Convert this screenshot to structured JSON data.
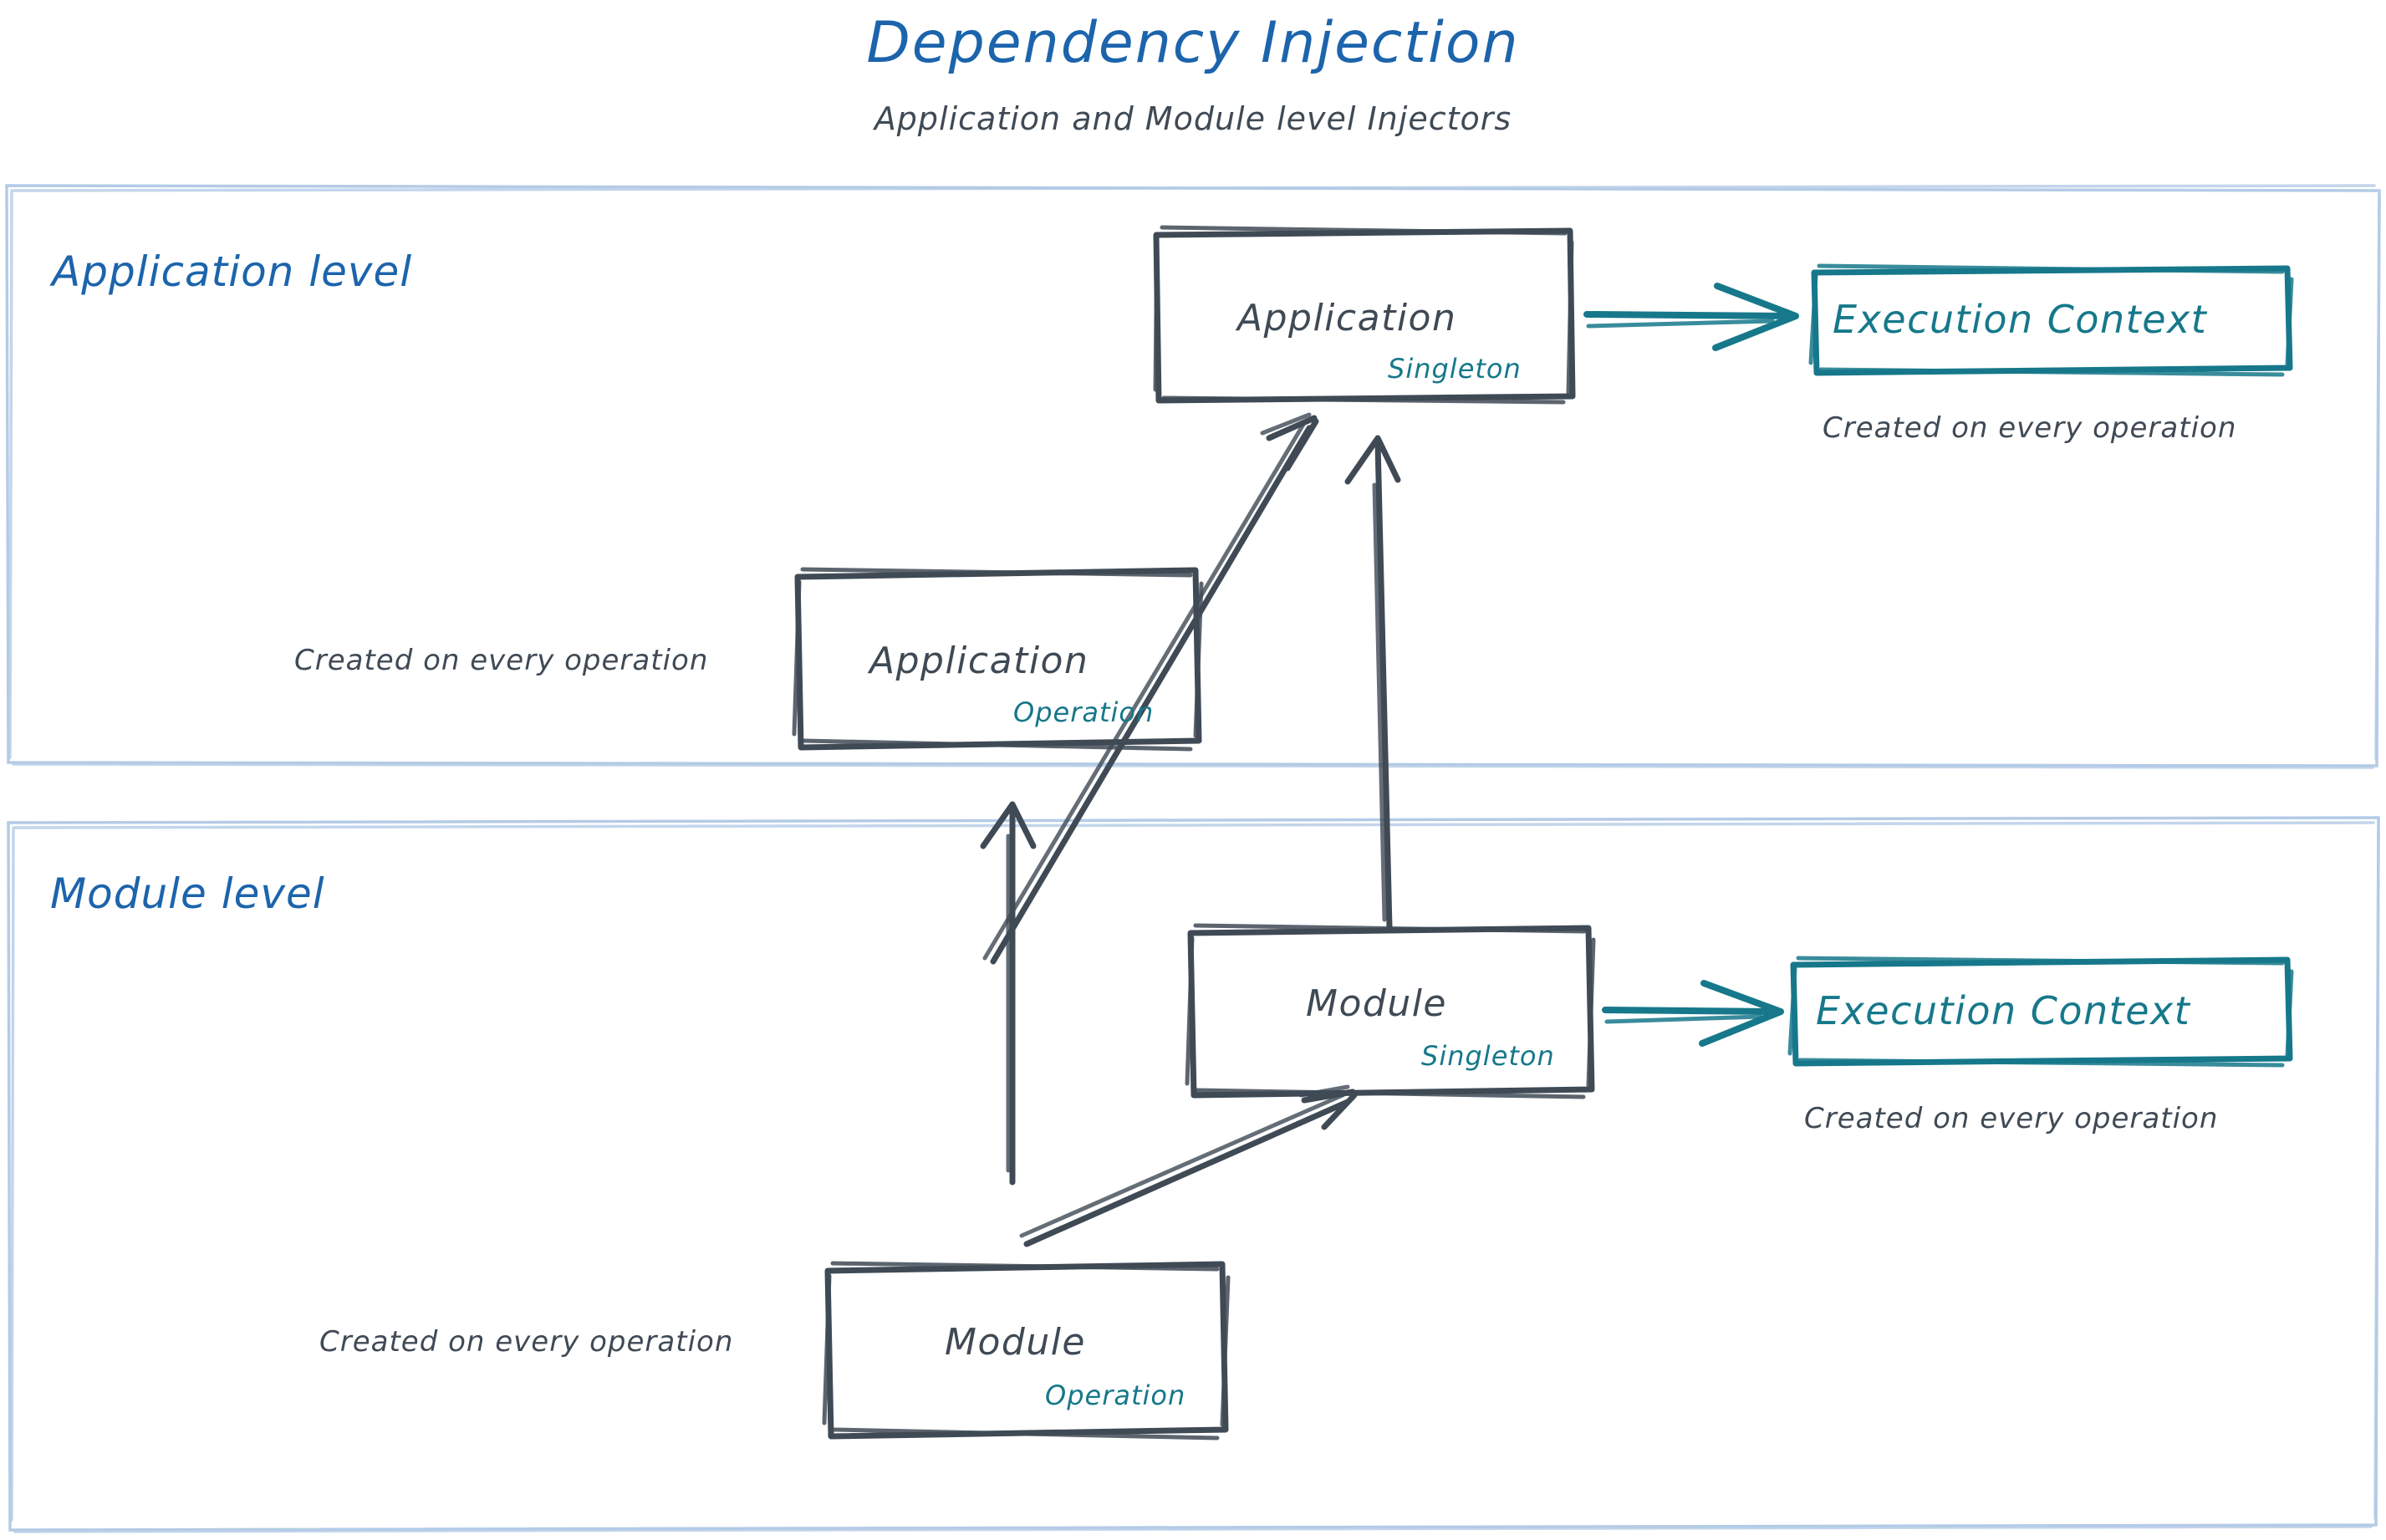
{
  "header": {
    "title": "Dependency Injection",
    "subtitle": "Application and Module level Injectors"
  },
  "colors": {
    "brand_blue": "#1c64ac",
    "container_border": "#b4cbe6",
    "node_stroke": "#3f4a55",
    "accent_teal": "#16788a",
    "background": "#ffffff"
  },
  "bands": [
    {
      "id": "application-level",
      "label": "Application level",
      "nodes": [
        {
          "id": "application-singleton",
          "title": "Application",
          "scope": "Singleton"
        },
        {
          "id": "application-operation",
          "title": "Application",
          "scope": "Operation",
          "note": "Created on every operation"
        },
        {
          "id": "application-execution-context",
          "title": "Execution Context",
          "note": "Created on every operation"
        }
      ]
    },
    {
      "id": "module-level",
      "label": "Module level",
      "nodes": [
        {
          "id": "module-singleton",
          "title": "Module",
          "scope": "Singleton"
        },
        {
          "id": "module-operation",
          "title": "Module",
          "scope": "Operation",
          "note": "Created on every operation"
        },
        {
          "id": "module-execution-context",
          "title": "Execution Context",
          "note": "Created on every operation"
        }
      ]
    }
  ],
  "edges": [
    {
      "id": "app-operation-to-app-singleton",
      "from": "application-operation",
      "to": "application-singleton",
      "color": "#3f4a55",
      "style": "diagonal-arrow"
    },
    {
      "id": "app-singleton-to-app-execution-context",
      "from": "application-singleton",
      "to": "application-execution-context",
      "color": "#16788a",
      "style": "horizontal-arrow"
    },
    {
      "id": "module-singleton-to-app-singleton",
      "from": "module-singleton",
      "to": "application-singleton",
      "color": "#3f4a55",
      "style": "vertical-arrow"
    },
    {
      "id": "module-operation-to-app-operation",
      "from": "module-operation",
      "to": "application-operation",
      "color": "#3f4a55",
      "style": "vertical-arrow"
    },
    {
      "id": "module-operation-to-module-singleton",
      "from": "module-operation",
      "to": "module-singleton",
      "color": "#3f4a55",
      "style": "diagonal-arrow"
    },
    {
      "id": "module-singleton-to-module-execution-context",
      "from": "module-singleton",
      "to": "module-execution-context",
      "color": "#16788a",
      "style": "horizontal-arrow"
    }
  ]
}
